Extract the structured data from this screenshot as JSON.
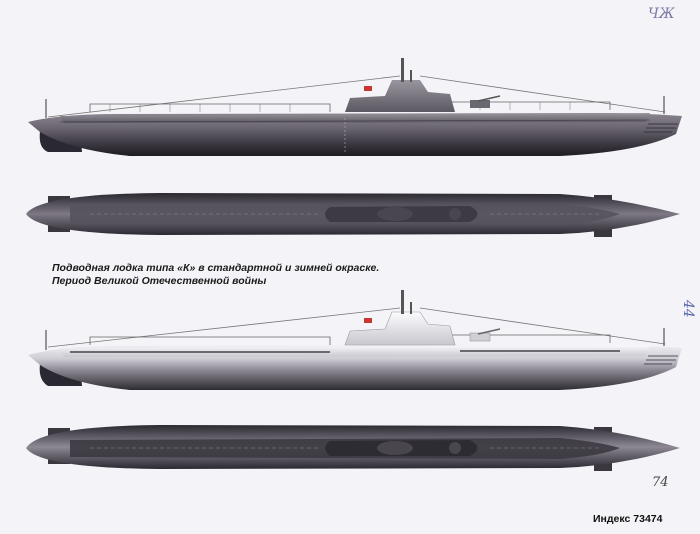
{
  "caption": {
    "line1": "Подводная лодка типа «К» в стандартной и зимней окраске.",
    "line2": "Период Великой Отечественной войны"
  },
  "footer": {
    "index_label": "Индекс 73474"
  },
  "margin_notes": {
    "top_right": "ЧЖ",
    "right_middle": "44",
    "bottom_right": "74"
  },
  "colors": {
    "background": "#f4f3f7",
    "standard_hull_dark": "#2a2830",
    "standard_hull_mid": "#6a6570",
    "winter_hull_light": "#e6e4ea",
    "winter_hull_dark": "#333037"
  },
  "views": [
    {
      "scheme": "standard",
      "projection": "side"
    },
    {
      "scheme": "standard",
      "projection": "top"
    },
    {
      "scheme": "winter",
      "projection": "side"
    },
    {
      "scheme": "winter",
      "projection": "top"
    }
  ]
}
